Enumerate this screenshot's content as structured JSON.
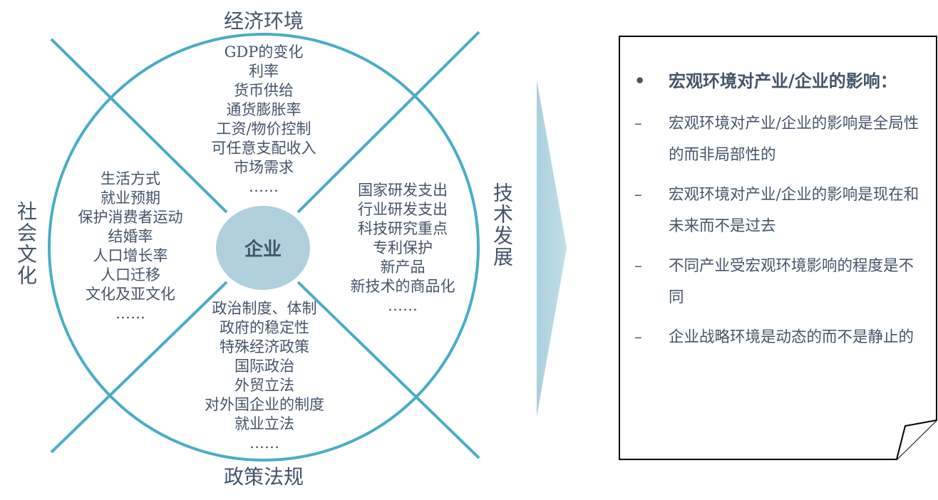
{
  "diagram": {
    "center": "企业",
    "dimensions": {
      "top": "经济环境",
      "left": "社会文化",
      "right": "技术发展",
      "bottom": "政策法规"
    },
    "economic": [
      "GDP的变化",
      "利率",
      "货币供给",
      "通货膨胀率",
      "工资/物价控制",
      "可任意支配收入",
      "市场需求",
      "……"
    ],
    "social": [
      "生活方式",
      "就业预期",
      "保护消费者运动",
      "结婚率",
      "人口增长率",
      "人口迁移",
      "文化及亚文化",
      "……"
    ],
    "technology": [
      "国家研发支出",
      "行业研发支出",
      "科技研究重点",
      "专利保护",
      "新产品",
      "新技术的商品化",
      "……"
    ],
    "political": [
      "政治制度、体制",
      "政府的稳定性",
      "特殊经济政策",
      "国际政治",
      "外贸立法",
      "对外国企业的制度",
      "就业立法",
      "……"
    ]
  },
  "notes": {
    "bullet": "•",
    "dash": "–",
    "heading": "宏观环境对产业/企业的影响：",
    "items": [
      "宏观环境对产业/企业的影响是全局性的而非局部性的",
      "宏观环境对产业/企业的影响是现在和未来而不是过去",
      "不同产业受宏观环境影响的程度是不同",
      "企业战略环境是动态的而不是静止的"
    ]
  },
  "colors": {
    "line": "#4bacc6",
    "center": "#b0d0de",
    "arrow": "#b3d3df",
    "text": "#44546a"
  }
}
